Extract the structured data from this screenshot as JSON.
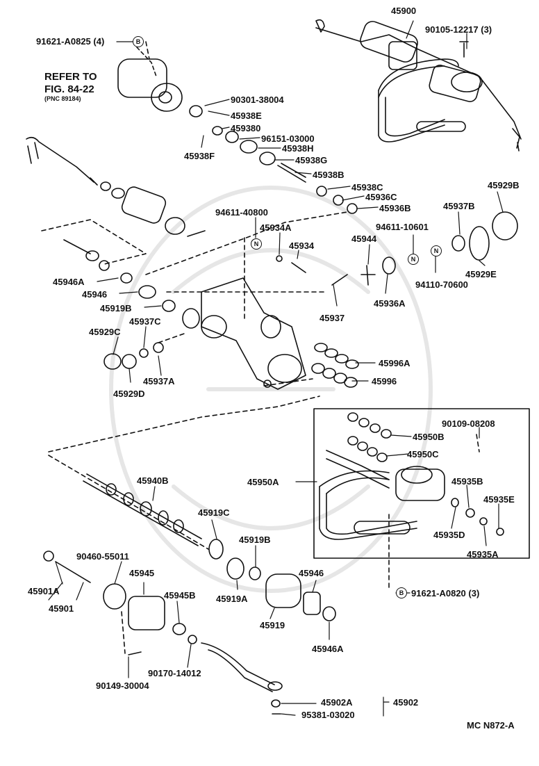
{
  "diagram": {
    "code": "MC N872-A",
    "refer_line1": "REFER TO",
    "refer_line2": "FIG. 84-22",
    "refer_pnc": "(PNC 89184)",
    "marker_b": "B",
    "marker_n": "N",
    "parts": {
      "p45900": "45900",
      "p90105": "90105-12217 (3)",
      "p91621_top": "91621-A0825 (4)",
      "p90301": "90301-38004",
      "p45938E": "45938E",
      "p45938O": "459380",
      "p96151": "96151-03000",
      "p45938F": "45938F",
      "p45938H": "45938H",
      "p45938G": "45938G",
      "p45938B": "45938B",
      "p45938C": "45938C",
      "p45936C": "45936C",
      "p45936B": "45936B",
      "p45929B": "45929B",
      "p45937B": "45937B",
      "p94611_40800": "94611-40800",
      "p45934A": "45934A",
      "p45934": "45934",
      "p94611_10601": "94611-10601",
      "p45944": "45944",
      "p94110": "94110-70600",
      "p45929E": "45929E",
      "p45936A": "45936A",
      "p45946A_mid": "45946A",
      "p45946_mid": "45946",
      "p45919B_top": "45919B",
      "p45937C": "45937C",
      "p45929C": "45929C",
      "p45937": "45937",
      "p45996A": "45996A",
      "p45996": "45996",
      "p45929D": "45929D",
      "p45937A": "45937A",
      "p90109": "90109-08208",
      "p45950B": "45950B",
      "p45950C": "45950C",
      "p45950A": "45950A",
      "p45940B": "45940B",
      "p45935B": "45935B",
      "p45935E": "45935E",
      "p45919C": "45919C",
      "p45935D": "45935D",
      "p45935A": "45935A",
      "p90460": "90460-55011",
      "p45919B_low": "45919B",
      "p45901A": "45901A",
      "p45945": "45945",
      "p45946_low": "45946",
      "p91621_low": "91621-A0820 (3)",
      "p45901": "45901",
      "p45945B": "45945B",
      "p45919A": "45919A",
      "p45919": "45919",
      "p45946A_low": "45946A",
      "p90170": "90170-14012",
      "p90149": "90149-30004",
      "p45902A": "45902A",
      "p45902": "45902",
      "p95381": "95381-03020"
    }
  }
}
